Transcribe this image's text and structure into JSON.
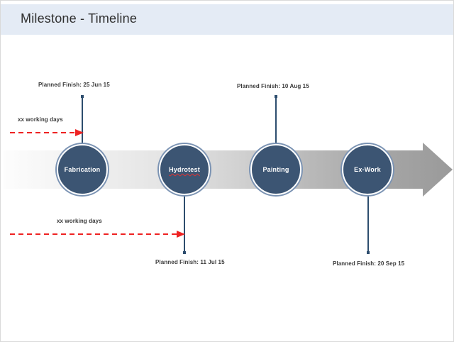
{
  "header": {
    "title": "Milestone - Timeline",
    "band_color": "#e4ebf5"
  },
  "theme": {
    "milestone_fill": "#3c5573",
    "milestone_ring": "#7b93b3",
    "connector_color": "#2d4d6e",
    "duration_arrow_color": "#ee2222",
    "arrow_start_color": "#fbfbfb",
    "arrow_end_color": "#999999"
  },
  "timeline": {
    "milestones": [
      {
        "label": "Fabrication",
        "spellcheck_error": false
      },
      {
        "label": "Hydrotest",
        "spellcheck_error": true
      },
      {
        "label": "Painting",
        "spellcheck_error": false
      },
      {
        "label": "Ex-Work",
        "spellcheck_error": false
      }
    ],
    "finish_labels": [
      {
        "text": "Planned Finish:  25 Jun 15",
        "position": "above",
        "milestone": "Fabrication"
      },
      {
        "text": "Planned Finish:  10 Aug 15",
        "position": "above",
        "milestone": "Painting"
      },
      {
        "text": "Planned Finish: 11 Jul 15",
        "position": "below",
        "milestone": "Hydrotest"
      },
      {
        "text": "Planned Finish:  20 Sep 15",
        "position": "below",
        "milestone": "Ex-Work"
      }
    ],
    "durations": [
      {
        "text": "xx working days"
      },
      {
        "text": "xx working days"
      }
    ]
  }
}
